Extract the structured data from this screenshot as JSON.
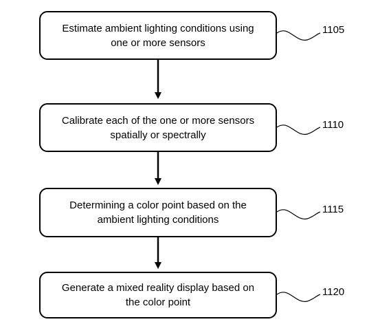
{
  "steps": [
    {
      "line1": "Estimate ambient lighting conditions using",
      "line2": "one or more sensors",
      "ref": "1105"
    },
    {
      "line1": "Calibrate each of the one or more sensors",
      "line2": "spatially or spectrally",
      "ref": "1110"
    },
    {
      "line1": "Determining a color point based on the",
      "line2": "ambient lighting conditions",
      "ref": "1115"
    },
    {
      "line1": "Generate a mixed reality display based on",
      "line2": "the color point",
      "ref": "1120"
    }
  ]
}
